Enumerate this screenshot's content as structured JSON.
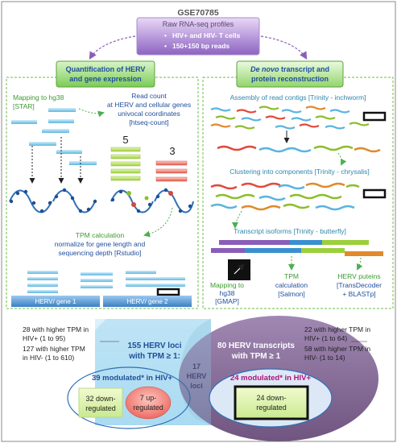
{
  "source": {
    "accession": "GSE70785",
    "title": "Raw RNA-seq profiles",
    "bullets": [
      "HIV+ and HIV- T cells",
      "150+150 bp reads"
    ]
  },
  "left_panel": {
    "title_lines": [
      "Quantification of HERV",
      "and gene expression"
    ],
    "mapping_lines": [
      "Mapping to hg38",
      "[STAR]"
    ],
    "readcount_lines": [
      "Read count",
      "at HERV and cellular genes",
      "univocal coordinates",
      "[htseq-count]"
    ],
    "count_a": "5",
    "count_b": "3",
    "tpm_lines": [
      "TPM calculation",
      "normalize for gene length and",
      "sequencing depth [Rstudio]"
    ],
    "gene_labels": [
      "HERV/ gene 1",
      "HERV/ gene 2"
    ]
  },
  "right_panel": {
    "title_lines": [
      "De novo transcript  and",
      "protein reconstruction"
    ],
    "title_italic": "De novo",
    "assembly": "Assembly of read contigs [Trinity - inchworm]",
    "clustering": "Clustering into components [Trinity - chrysalis]",
    "isoforms": "Transcript isoforms [Trinity - butterfly]",
    "mapping_lines": [
      "Mapping to",
      "hg38",
      "[GMAP]"
    ],
    "tpm_lines": [
      "TPM",
      "calculation",
      "[Salmon]"
    ],
    "proteins_lines": [
      "HERV puteins",
      "[TransDecoder",
      "+ BLASTp]"
    ]
  },
  "venn": {
    "left_notes": [
      "28 with higher TPM in",
      "HIV+ (1 to 95)",
      "127 with higher TPM",
      "in HIV- (1 to  610)"
    ],
    "right_notes": [
      "22 with higher TPM in",
      "HIV+ (1 to 64)",
      "58 with higher TPM in",
      "HIV- (1 to  14)"
    ],
    "left_title": [
      "155 HERV loci",
      "with TPM ≥ 1:"
    ],
    "right_title": [
      "80 HERV transcripts",
      "with TPM ≥ 1"
    ],
    "overlap": [
      "17",
      "HERV",
      "loci"
    ],
    "left_modulated": "39 modulated* in HIV+",
    "right_modulated": "24 modulated* in HIV+",
    "down_left": [
      "32 down-",
      "regulated"
    ],
    "up_left": [
      "7 up-",
      "regulated"
    ],
    "down_right": [
      "24 down-",
      "regulated"
    ]
  },
  "colors": {
    "title_blue": "#1f4e9c",
    "green_text": "#3c9a2f",
    "panel_green": "#4caf50",
    "purple": "#8a5db8",
    "left_circle": "#9fd3ef",
    "right_circle": "#7a5a8c",
    "magenta": "#b0127a"
  }
}
